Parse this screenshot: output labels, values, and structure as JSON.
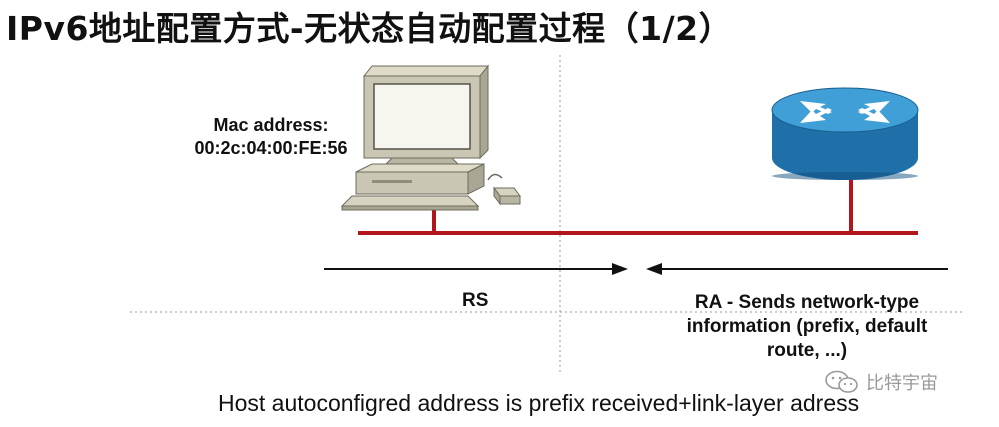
{
  "title": "IPv6地址配置方式-无状态自动配置过程（1/2）",
  "host": {
    "mac_label_line1": "Mac address:",
    "mac_label_line2": "00:2c:04:00:FE:56"
  },
  "messages": {
    "rs": "RS",
    "ra_line1": "RA - Sends network-type",
    "ra_line2": "information (prefix, default",
    "ra_line3": "route, ...)"
  },
  "caption": "Host autoconfigred address is prefix received+link-layer adress",
  "watermark": "比特宇宙",
  "colors": {
    "link": "#b0161c",
    "router_blue": "#1f6fa8",
    "router_top": "#3f9fd6",
    "computer_beige": "#c9c7b4",
    "screen": "#f6f6ee"
  }
}
